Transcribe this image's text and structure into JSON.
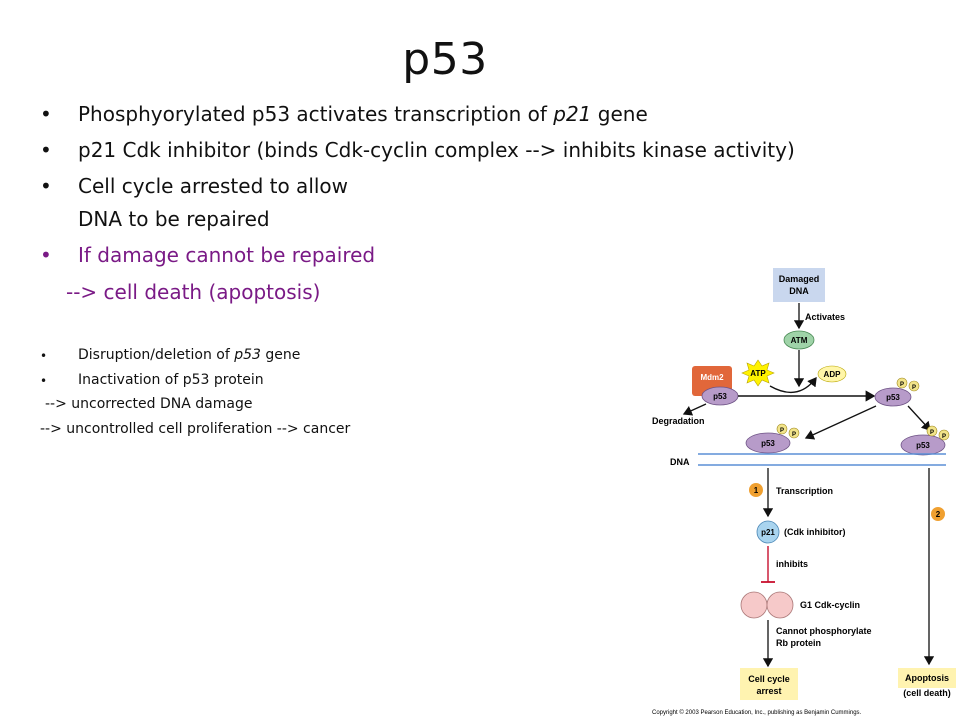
{
  "title": "p53",
  "bullets": [
    {
      "pre": "Phosphyorylated p53 activates transcription of ",
      "em": "p21",
      "post": " gene"
    },
    {
      "text": "p21 Cdk inhibitor (binds Cdk-cyclin complex --> inhibits kinase activity)"
    },
    {
      "text": "Cell cycle arrested to allow",
      "cont": "DNA to be repaired"
    },
    {
      "text": "If damage cannot be repaired",
      "cont": "--> cell death (apoptosis)"
    }
  ],
  "small_bullets": [
    {
      "pre": "Disruption/deletion of ",
      "em": "p53",
      "post": " gene"
    },
    {
      "text": "Inactivation of p53 protein"
    }
  ],
  "small_lines": [
    "--> uncorrected DNA damage",
    "--> uncontrolled cell proliferation --> cancer"
  ],
  "diagram": {
    "damaged_dna": [
      "Damaged",
      "DNA"
    ],
    "activates": "Activates",
    "atm": "ATM",
    "atp": "ATP",
    "adp": "ADP",
    "mdm2": "Mdm2",
    "p53": "p53",
    "p": "P",
    "degradation": "Degradation",
    "dna": "DNA",
    "step1": "1",
    "step2": "2",
    "transcription": "Transcription",
    "p21": "p21",
    "cdk_inhibitor": "(Cdk inhibitor)",
    "inhibits": "inhibits",
    "g1": "G1 Cdk-cyclin",
    "cannot": [
      "Cannot phosphorylate",
      "Rb protein"
    ],
    "arrest": [
      "Cell cycle",
      "arrest"
    ],
    "apoptosis": [
      "Apoptosis"
    ],
    "cell_death": "(cell death)",
    "copyright": "Copyright © 2003 Pearson Education, Inc., publishing as Benjamin Cummings.",
    "colors": {
      "box_blue": "#c9d7ee",
      "atm_green": "#9fd3a8",
      "atp_yellow": "#fff200",
      "adp_yellow": "#fff6a8",
      "mdm2_orange": "#e1673a",
      "p53_purple": "#b79bc9",
      "p_yellow": "#f2e48a",
      "step_orange": "#f0a030",
      "p21_blue": "#a9d4ef",
      "cdk_pink": "#f6c9c9",
      "result_yellow": "#fff3b0",
      "inhibit_red": "#c8102e",
      "dna_blue": "#5b8fd6"
    }
  }
}
